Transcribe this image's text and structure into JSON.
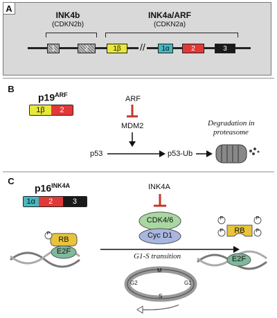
{
  "panel_a": {
    "label": "A",
    "ink4b": {
      "name": "INK4b",
      "alias": "(CDKN2b)"
    },
    "ink4a_arf": {
      "name": "INK4a/ARF",
      "alias": "(CDKN2a)"
    },
    "exons": [
      "1",
      "2",
      "1β",
      "1α",
      "2",
      "3"
    ],
    "break_mark": "//"
  },
  "panel_b": {
    "label": "B",
    "protein": {
      "name": "p19",
      "sup": "ARF",
      "segments": [
        "1β",
        "2"
      ]
    },
    "arf": "ARF",
    "mdm2": "MDM2",
    "p53": "p53",
    "p53ub": "p53-Ub",
    "degradation": "Degradation in",
    "proteasome": "proteasome"
  },
  "panel_c": {
    "label": "C",
    "protein": {
      "name": "p16",
      "sup": "INK4A",
      "segments": [
        "1α",
        "2",
        "3"
      ]
    },
    "ink4a": "INK4A",
    "cdk": "CDK4/6",
    "cyc": "Cyc D1",
    "rb": "RB",
    "e2f": "E2F",
    "phospho": "P",
    "transition": "G1-S transition",
    "cycle": [
      "M",
      "G1",
      "S",
      "G2"
    ]
  },
  "colors": {
    "exon1b": "#e8e83a",
    "exon1a": "#46b8c0",
    "exon2": "#e33838",
    "exon3": "#1a1a1a",
    "rb": "#e8c43a",
    "e2f": "#7fb89a",
    "cdk": "#a8d8a0",
    "cyc": "#a9b7e0"
  }
}
